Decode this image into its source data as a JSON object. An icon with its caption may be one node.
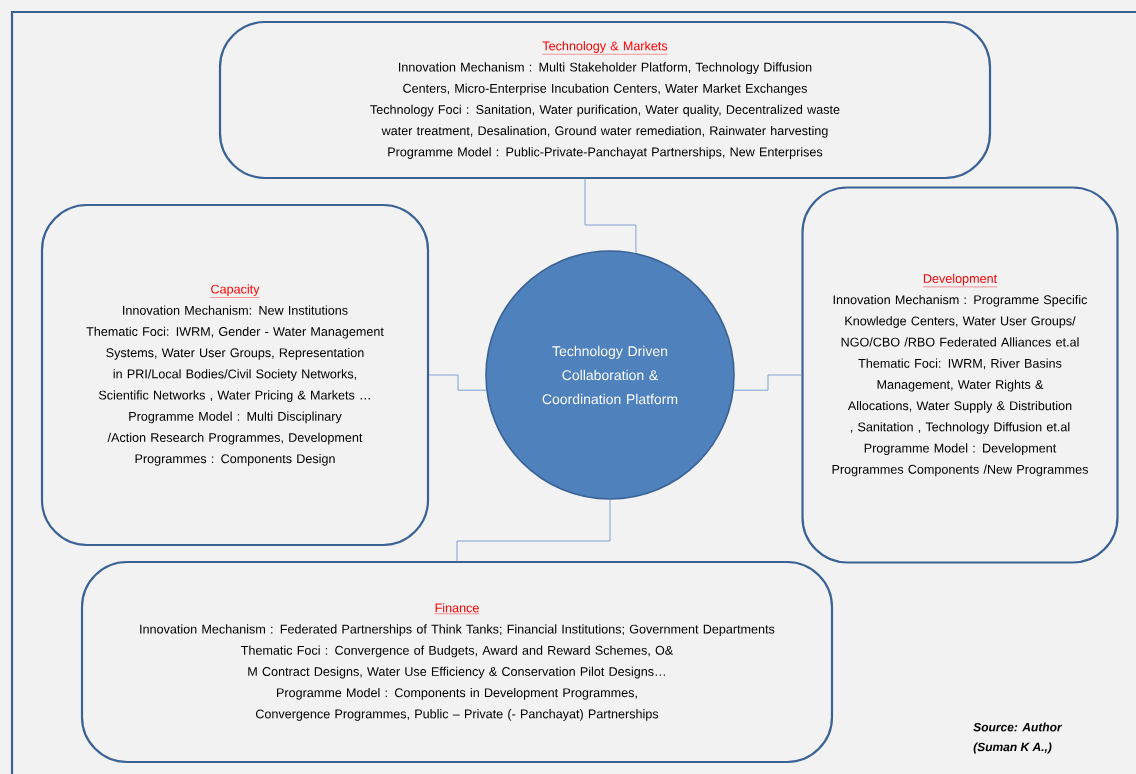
{
  "diagram": {
    "nodes": [
      {
        "text": [
          "Technology & Markets",
          "Innovation Mechanism : Multi Stakeholder Platform, Technology Diffusion Centers, Micro-Enterprise Incubation Centers, Water Market Exchanges",
          "Technology Foci : Sanitation, Water purification, Water quality, Decentralized waste water treatment, Desalination, Ground water remediation, Rainwater harvesting",
          "Programme Model : Public-Private-Panchayat Partnerships, New Enterprises"
        ]
      },
      {
        "text": [
          "Capacity",
          "Innovation Mechanism: New Institutions",
          "Thematic Foci: IWRM, Gender - Water Management Systems, Water User Groups, Representation in PRI/Local Bodies/Civil Society Networks, Scientific Networks , Water Pricing & Markets …",
          "Programme Model : Multi Disciplinary /Action Research Programmes, Development Programmes : Components Design"
        ]
      },
      {
        "text": [
          "Technology Driven Collaboration & Coordination Platform"
        ]
      },
      {
        "text": [
          "Development",
          "Innovation Mechanism : Programme Specific Knowledge Centers, Water User Groups/ NGO/CBO /RBO Federated Alliances et.al",
          "Thematic Foci: IWRM, River Basins Management, Water Rights & Allocations, Water Supply & Distribution , Sanitation , Technology Diffusion et.al",
          "Programme Model : Development Programmes Components /New Programmes"
        ]
      },
      {
        "text": [
          "Finance",
          "Innovation Mechanism : Federated Partnerships of Think Tanks; Financial Institutions; Government Departments",
          "Thematic Foci : Convergence of Budgets, Award and Reward Schemes, O& M Contract Designs, Water Use Efficiency & Conservation Pilot Designs…",
          "Programme Model : Components in Development Programmes, Convergence Programmes, Public – Private (- Panchayat) Partnerships"
        ]
      }
    ],
    "edges": [
      {
        "from": 0,
        "to": 2,
        "arrow": "none"
      },
      {
        "from": 1,
        "to": 2,
        "arrow": "none"
      },
      {
        "from": 2,
        "to": 3,
        "arrow": "none"
      },
      {
        "from": 2,
        "to": 4,
        "arrow": "none"
      }
    ],
    "labels": [
      "Source: Author",
      "(Suman K A.,)"
    ]
  }
}
